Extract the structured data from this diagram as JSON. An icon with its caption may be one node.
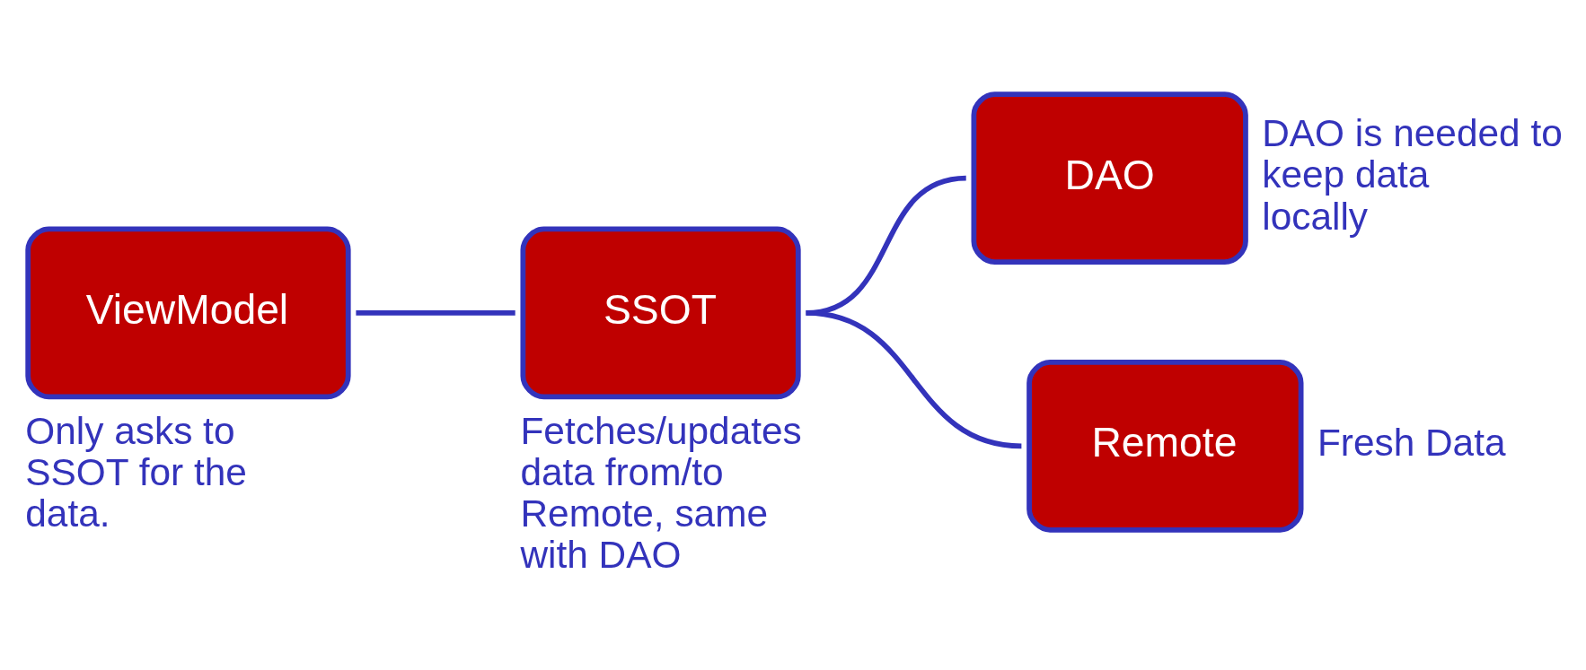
{
  "diagram": {
    "nodes": [
      {
        "text": [
          "ViewModel"
        ],
        "beside": [
          "Only asks to SSOT for the data."
        ]
      },
      {
        "text": [
          "SSOT"
        ],
        "beside": [
          "Fetches/updates data from/to Remote, same with DAO"
        ]
      },
      {
        "text": [
          "DAO"
        ],
        "beside": [
          "DAO is needed to keep data locally"
        ]
      },
      {
        "text": [
          "Remote"
        ],
        "beside": [
          "Fresh Data"
        ]
      }
    ],
    "edges": [
      {
        "from": 0,
        "to": 1,
        "arrow": "none"
      },
      {
        "from": 1,
        "to": 2,
        "arrow": "none"
      },
      {
        "from": 1,
        "to": 3,
        "arrow": "none"
      }
    ]
  }
}
